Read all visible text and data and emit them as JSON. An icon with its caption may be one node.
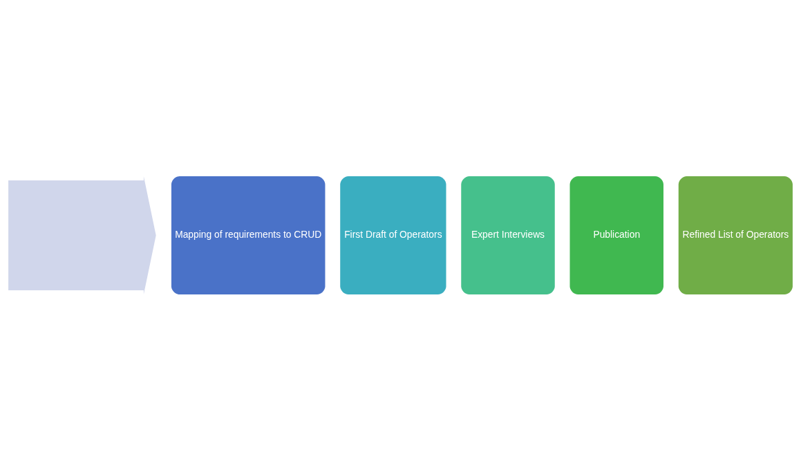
{
  "diagram": {
    "nodes": [
      {
        "text": [],
        "shape": "arrow"
      },
      {
        "text": [
          "Mapping of requirements to CRUD"
        ]
      },
      {
        "text": [
          "First Draft of Operators"
        ]
      },
      {
        "text": [
          "Expert Interviews"
        ]
      },
      {
        "text": [
          "Publication"
        ]
      },
      {
        "text": [
          "Refined List of Operators"
        ]
      }
    ],
    "edges": []
  }
}
